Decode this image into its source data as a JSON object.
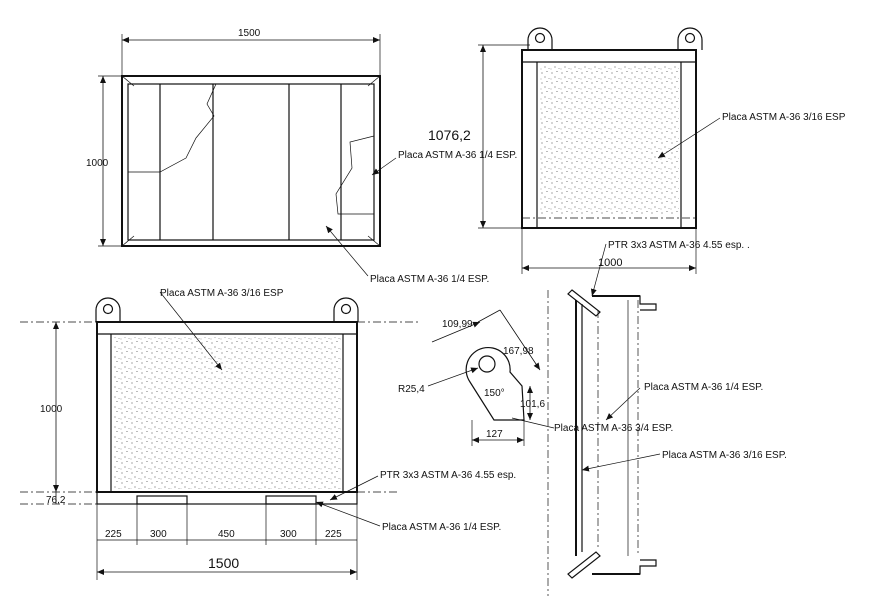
{
  "top_view": {
    "dim_width": "1500",
    "dim_height": "1000",
    "label_plate_right": "Placa ASTM A-36 1/4 ESP.",
    "label_plate_bottom": "Placa ASTM A-36 1/4 ESP."
  },
  "side_view_top": {
    "dim_height": "1076,2",
    "dim_width": "1000",
    "label_plate": "Placa ASTM A-36 3/16 ESP"
  },
  "front_view": {
    "label_plate_top": "Placa ASTM A-36 3/16 ESP",
    "dim_height": "1000",
    "dim_base": "76,2",
    "label_ptr": "PTR 3x3 ASTM A-36 4.55 esp.",
    "label_plate_base": "Placa ASTM A-36 1/4 ESP.",
    "dims_bottom": [
      "225",
      "300",
      "450",
      "300",
      "225"
    ],
    "dim_total": "1500"
  },
  "lug_detail": {
    "dim_a": "109,99",
    "dim_b": "167,98",
    "dim_radius": "R25,4",
    "dim_angle": "150°",
    "dim_c": "101,6",
    "dim_d": "127",
    "label_plate": "Placa ASTM A-36 3/4 ESP."
  },
  "section_view": {
    "label_ptr": "PTR 3x3 ASTM A-36 4.55 esp. .",
    "label_plate_1": "Placa ASTM A-36 1/4 ESP.",
    "label_plate_2": "Placa ASTM A-36 3/16 ESP."
  }
}
